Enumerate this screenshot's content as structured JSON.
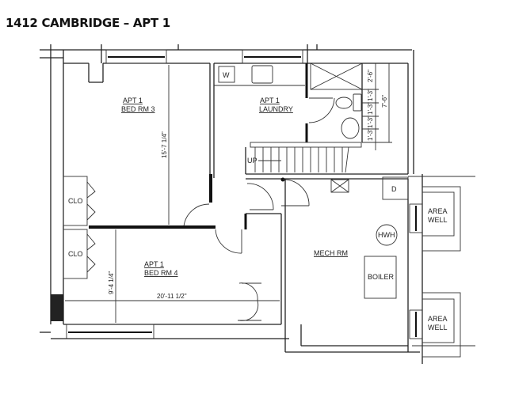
{
  "title": "1412 CAMBRIDGE – APT 1",
  "rooms": {
    "bed3": {
      "line1": "APT 1",
      "line2": "BED RM 3"
    },
    "laundry": {
      "line1": "APT 1",
      "line2": "LAUNDRY"
    },
    "bed4": {
      "line1": "APT 1",
      "line2": "BED RM 4"
    },
    "mech": {
      "label": "MECH RM"
    }
  },
  "fixtures": {
    "washer": "W",
    "dryer": "D",
    "hwh": "HWH",
    "boiler": "BOILER",
    "closet_upper": "CLO",
    "closet_lower": "CLO",
    "stairs_up": "UP",
    "area_well_1": {
      "line1": "AREA",
      "line2": "WELL"
    },
    "area_well_2": {
      "line1": "AREA",
      "line2": "WELL"
    }
  },
  "dimensions": {
    "bed3_height": "15'-7 1/4\"",
    "bed4_height": "9'-4 1/4\"",
    "bed4_width": "20'-11 1/2\"",
    "bath_total": "7'-6\"",
    "bath_seg1": "2'-6\"",
    "bath_seg2": "1'-3\"",
    "bath_seg3": "1'-3\"",
    "bath_seg4": "1'-3\"",
    "bath_seg5": "1'-3\""
  }
}
